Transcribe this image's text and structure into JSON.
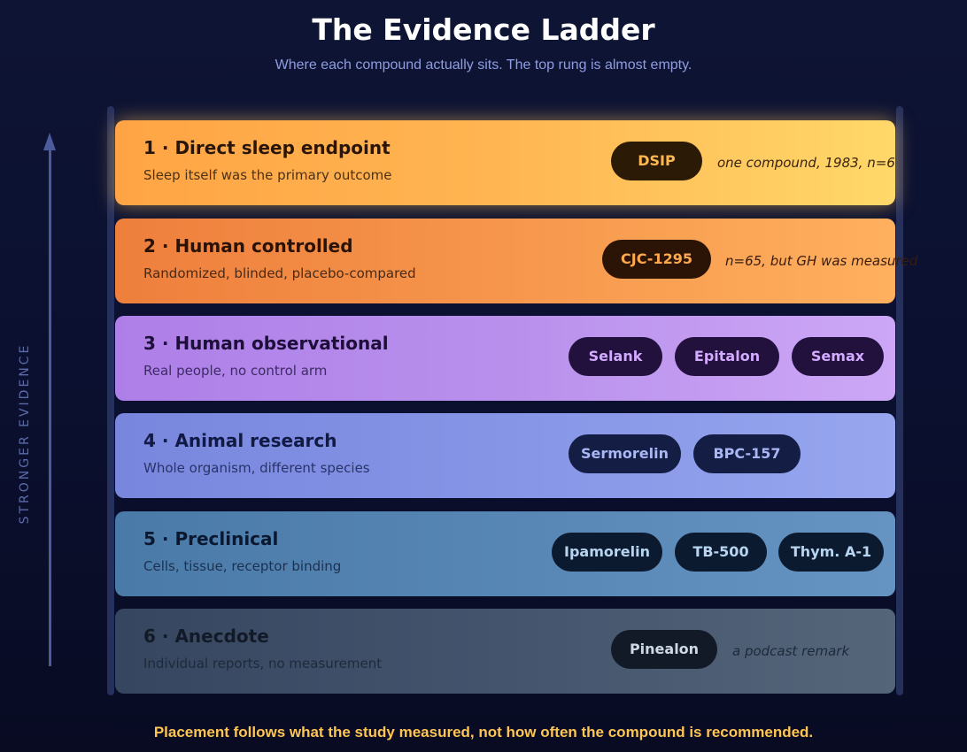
{
  "header": {
    "title": "The Evidence Ladder",
    "subtitle": "Where each compound actually sits. The top rung is almost empty."
  },
  "axis": {
    "label": "STRONGER EVIDENCE"
  },
  "rungs": [
    {
      "name": "1 · Direct sleep endpoint",
      "description": "Sleep itself was the primary outcome",
      "compounds": [
        "DSIP"
      ],
      "note": "one compound, 1983, n=6",
      "color": "#ffb652"
    },
    {
      "name": "2 · Human controlled",
      "description": "Randomized, blinded, placebo-compared",
      "compounds": [
        "CJC-1295"
      ],
      "note": "n=65, but GH was measured",
      "color": "#f6964c"
    },
    {
      "name": "3 · Human observational",
      "description": "Real people, no control arm",
      "compounds": [
        "Selank",
        "Epitalon",
        "Semax"
      ],
      "color": "#b890ec"
    },
    {
      "name": "4 · Animal research",
      "description": "Whole organism, different species",
      "compounds": [
        "Sermorelin",
        "BPC-157"
      ],
      "color": "#8695e6"
    },
    {
      "name": "5 · Preclinical",
      "description": "Cells, tissue, receptor binding",
      "compounds": [
        "Ipamorelin",
        "TB-500",
        "Thym. A-1"
      ],
      "color": "#5786b5"
    },
    {
      "name": "6 · Anecdote",
      "description": "Individual reports, no measurement",
      "compounds": [
        "Pinealon"
      ],
      "note": "a podcast remark",
      "color": "#44546d"
    }
  ],
  "footer": {
    "text": "Placement follows what the study measured, not how often the compound is recommended."
  }
}
